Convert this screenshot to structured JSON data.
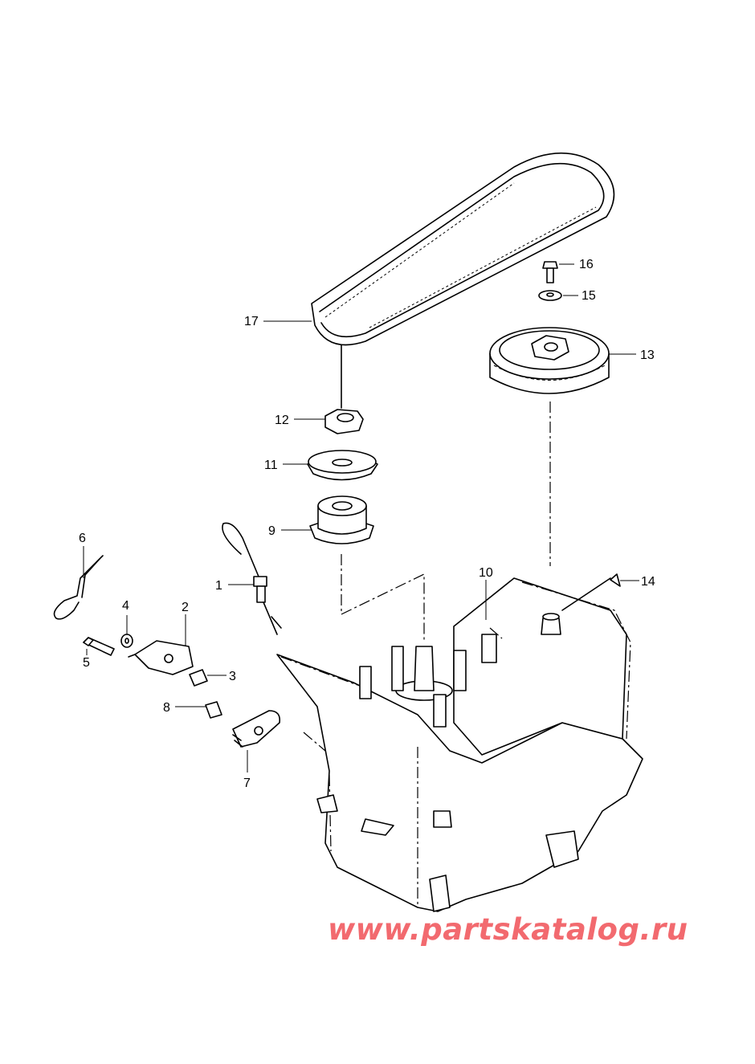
{
  "watermark": "www.partskatalog.ru",
  "callouts": [
    {
      "id": "1",
      "text": "1"
    },
    {
      "id": "2",
      "text": "2"
    },
    {
      "id": "3",
      "text": "3"
    },
    {
      "id": "4",
      "text": "4"
    },
    {
      "id": "5",
      "text": "5"
    },
    {
      "id": "6",
      "text": "6"
    },
    {
      "id": "7",
      "text": "7"
    },
    {
      "id": "8",
      "text": "8"
    },
    {
      "id": "9",
      "text": "9"
    },
    {
      "id": "10",
      "text": "10"
    },
    {
      "id": "11",
      "text": "11"
    },
    {
      "id": "12",
      "text": "12"
    },
    {
      "id": "13",
      "text": "13"
    },
    {
      "id": "14",
      "text": "14"
    },
    {
      "id": "15",
      "text": "15"
    },
    {
      "id": "16",
      "text": "16"
    },
    {
      "id": "17",
      "text": "17"
    }
  ],
  "colors": {
    "line": "#000000",
    "watermark": "#f26a6f",
    "background": "#ffffff"
  }
}
